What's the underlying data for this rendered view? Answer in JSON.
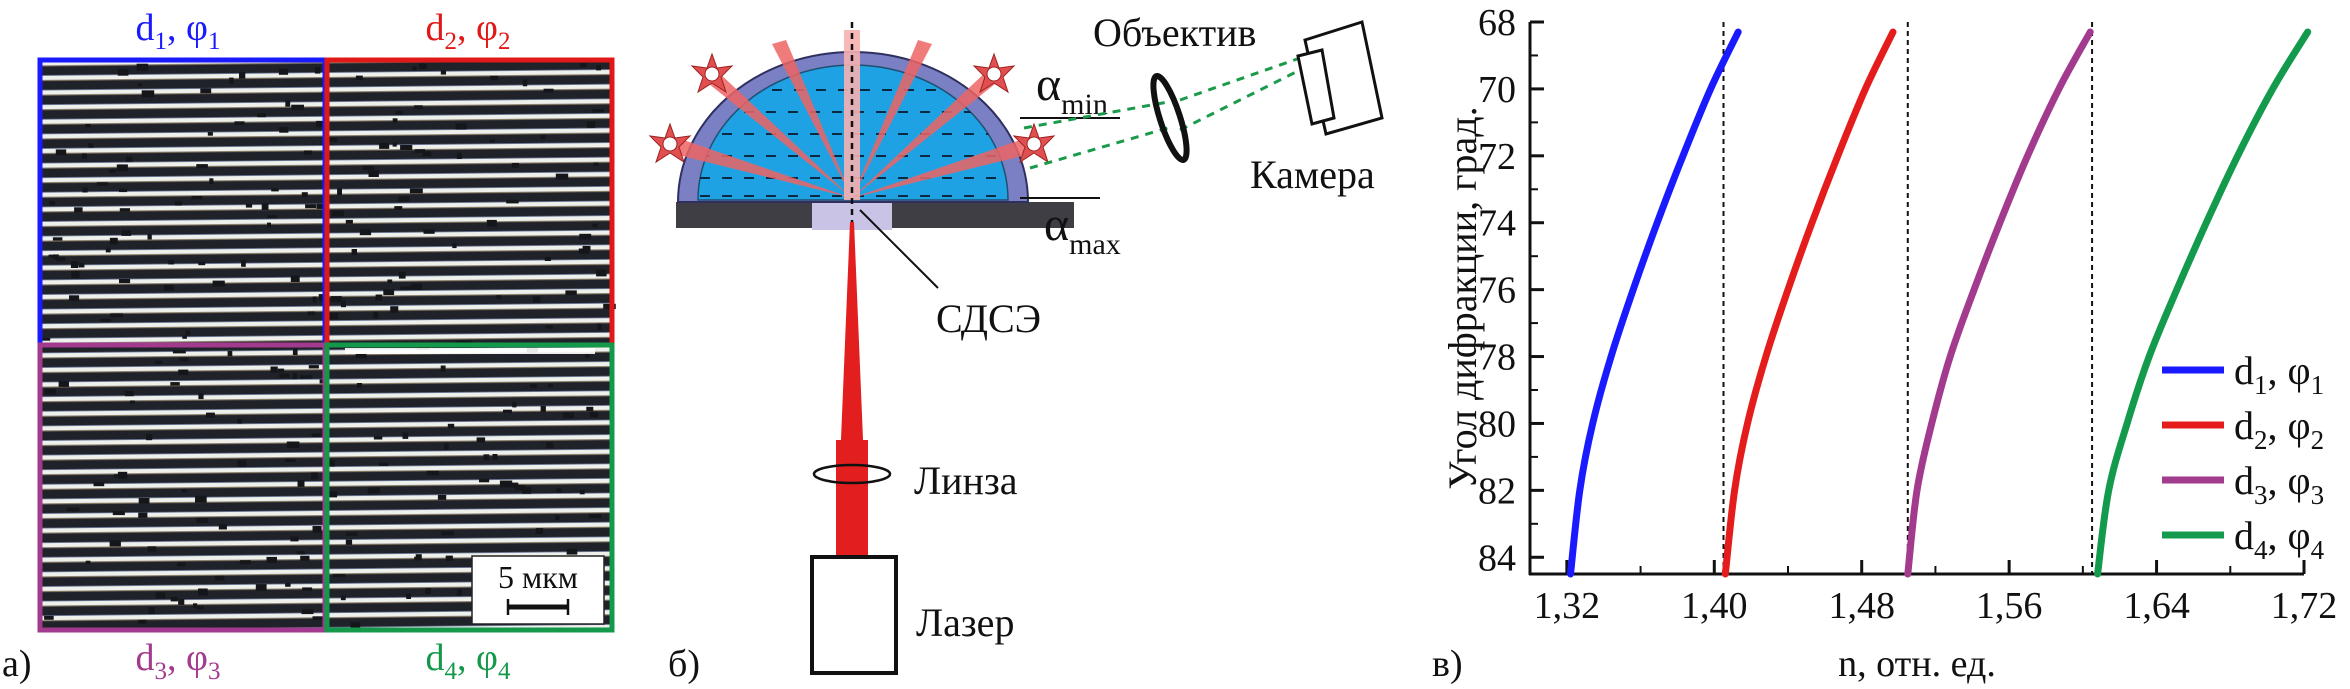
{
  "panel_a": {
    "panel_label": "а)",
    "quadrants": [
      {
        "d_sub": "1",
        "phi_sub": "1",
        "color": "#1a1aff"
      },
      {
        "d_sub": "2",
        "phi_sub": "2",
        "color": "#e01818"
      },
      {
        "d_sub": "3",
        "phi_sub": "3",
        "color": "#a23a8e"
      },
      {
        "d_sub": "4",
        "phi_sub": "4",
        "color": "#14984a"
      }
    ],
    "d_letter": "d",
    "phi_letter": "φ",
    "separator": ",",
    "scale_bar": "5 мкм"
  },
  "panel_b": {
    "panel_label": "б)",
    "objective": "Объектив",
    "camera": "Камера",
    "alpha_min_main": "α",
    "alpha_min_sub": "min",
    "alpha_max_main": "α",
    "alpha_max_sub": "max",
    "sample": "СДСЭ",
    "lens": "Линза",
    "laser": "Лазер"
  },
  "panel_c": {
    "panel_label": "в)"
  },
  "chart_data": {
    "type": "line",
    "xlabel": "n, отн. ед.",
    "ylabel": "Угол дифракции, град.",
    "xlim": [
      1.3,
      1.72
    ],
    "ylim": [
      68,
      84.5
    ],
    "y_inverted": true,
    "xticks": [
      1.32,
      1.4,
      1.48,
      1.56,
      1.64,
      1.72
    ],
    "xtick_labels": [
      "1,32",
      "1,40",
      "1,48",
      "1,56",
      "1,64",
      "1,72"
    ],
    "yticks": [
      68,
      70,
      72,
      74,
      76,
      78,
      80,
      82,
      84
    ],
    "ytick_labels": [
      "68",
      "70",
      "72",
      "74",
      "76",
      "78",
      "80",
      "82",
      "84"
    ],
    "vlines": [
      1.405,
      1.505,
      1.605
    ],
    "legend_position": "bottom-right",
    "grid": false,
    "series": [
      {
        "legend_d": "1",
        "legend_phi": "1",
        "color": "#1a1aff",
        "points": [
          [
            1.322,
            84.5
          ],
          [
            1.327,
            82.0
          ],
          [
            1.334,
            80.0
          ],
          [
            1.344,
            78.0
          ],
          [
            1.356,
            76.0
          ],
          [
            1.369,
            74.0
          ],
          [
            1.383,
            72.0
          ],
          [
            1.398,
            70.0
          ],
          [
            1.413,
            68.3
          ]
        ]
      },
      {
        "legend_d": "2",
        "legend_phi": "2",
        "color": "#e51c1c",
        "points": [
          [
            1.406,
            84.5
          ],
          [
            1.411,
            82.0
          ],
          [
            1.418,
            80.0
          ],
          [
            1.428,
            78.0
          ],
          [
            1.44,
            76.0
          ],
          [
            1.453,
            74.0
          ],
          [
            1.467,
            72.0
          ],
          [
            1.482,
            70.0
          ],
          [
            1.497,
            68.3
          ]
        ]
      },
      {
        "legend_d": "3",
        "legend_phi": "3",
        "color": "#a23a8e",
        "points": [
          [
            1.505,
            84.5
          ],
          [
            1.51,
            82.0
          ],
          [
            1.518,
            80.0
          ],
          [
            1.528,
            78.0
          ],
          [
            1.541,
            76.0
          ],
          [
            1.555,
            74.0
          ],
          [
            1.57,
            72.0
          ],
          [
            1.587,
            70.0
          ],
          [
            1.604,
            68.3
          ]
        ]
      },
      {
        "legend_d": "4",
        "legend_phi": "4",
        "color": "#149a4c",
        "points": [
          [
            1.608,
            84.5
          ],
          [
            1.614,
            82.0
          ],
          [
            1.624,
            80.0
          ],
          [
            1.636,
            78.0
          ],
          [
            1.651,
            76.0
          ],
          [
            1.667,
            74.0
          ],
          [
            1.684,
            72.0
          ],
          [
            1.703,
            70.0
          ],
          [
            1.722,
            68.3
          ]
        ]
      }
    ]
  }
}
